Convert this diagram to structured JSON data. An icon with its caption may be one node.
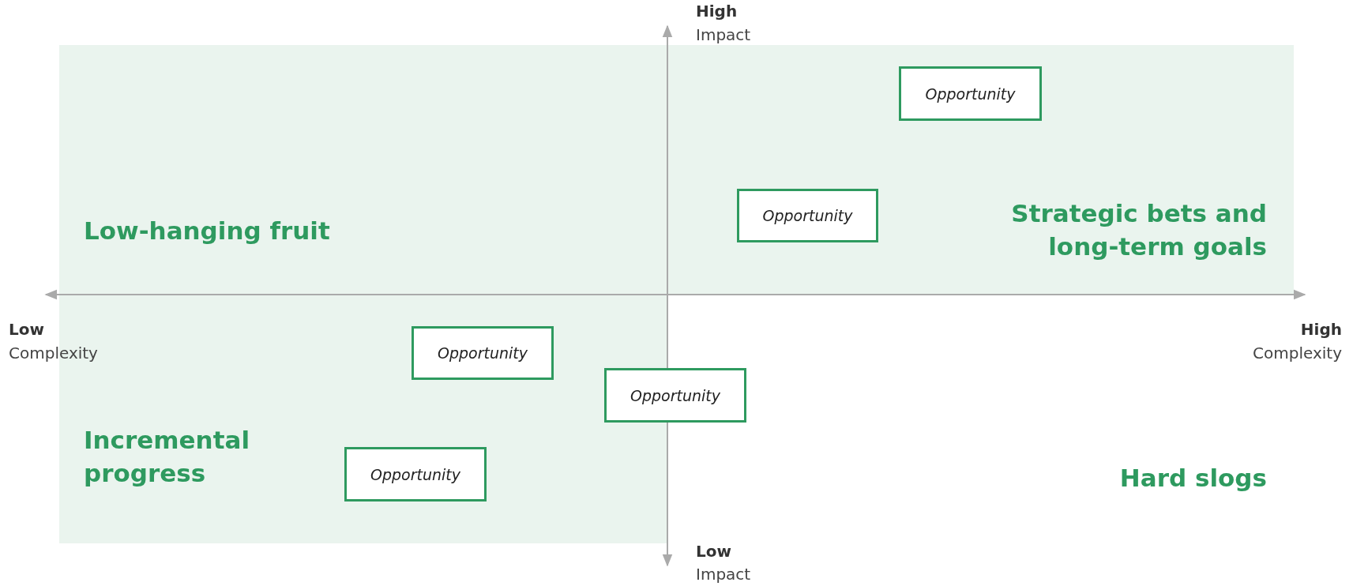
{
  "diagram": {
    "nodes": [
      {
        "text": [
          "Opportunity"
        ]
      },
      {
        "text": [
          "Opportunity"
        ]
      },
      {
        "text": [
          "Opportunity"
        ]
      },
      {
        "text": [
          "Opportunity"
        ]
      },
      {
        "text": [
          "Opportunity"
        ]
      }
    ],
    "edges": [],
    "labels": [
      "High",
      "Impact",
      "Low-hanging fruit",
      "Strategic bets and long-term goals",
      "Low",
      "Complexity",
      "High",
      "Complexity",
      "Incremental progress",
      "Hard slogs",
      "Low",
      "Impact"
    ]
  }
}
